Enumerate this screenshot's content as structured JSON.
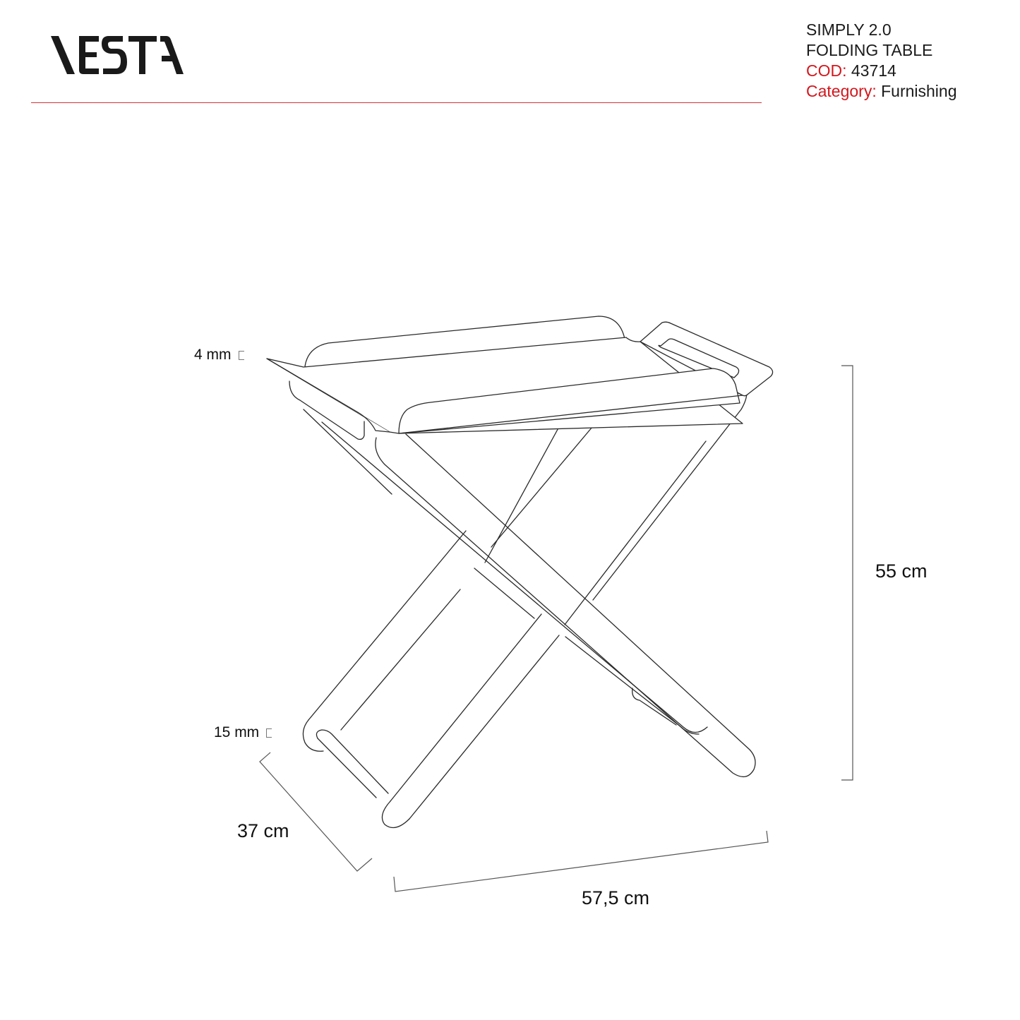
{
  "brand": {
    "logo_text": "VESTA",
    "logo_name": "vesta-logo"
  },
  "colors": {
    "accent_red": "#d3171d",
    "rule_red": "#d0343a",
    "text_dark": "#1a1a1a",
    "line_stroke": "#2a2a2a",
    "dimension_stroke": "#555555"
  },
  "product": {
    "name": "SIMPLY 2.0",
    "type": "FOLDING TABLE",
    "code_label": "COD:",
    "code_value": "43714",
    "category_label": "Category:",
    "category_value": "Furnishing"
  },
  "dimensions": {
    "height": "55 cm",
    "width": "57,5 cm",
    "depth": "37 cm",
    "tray_thickness": "4 mm",
    "leg_thickness": "15 mm"
  }
}
